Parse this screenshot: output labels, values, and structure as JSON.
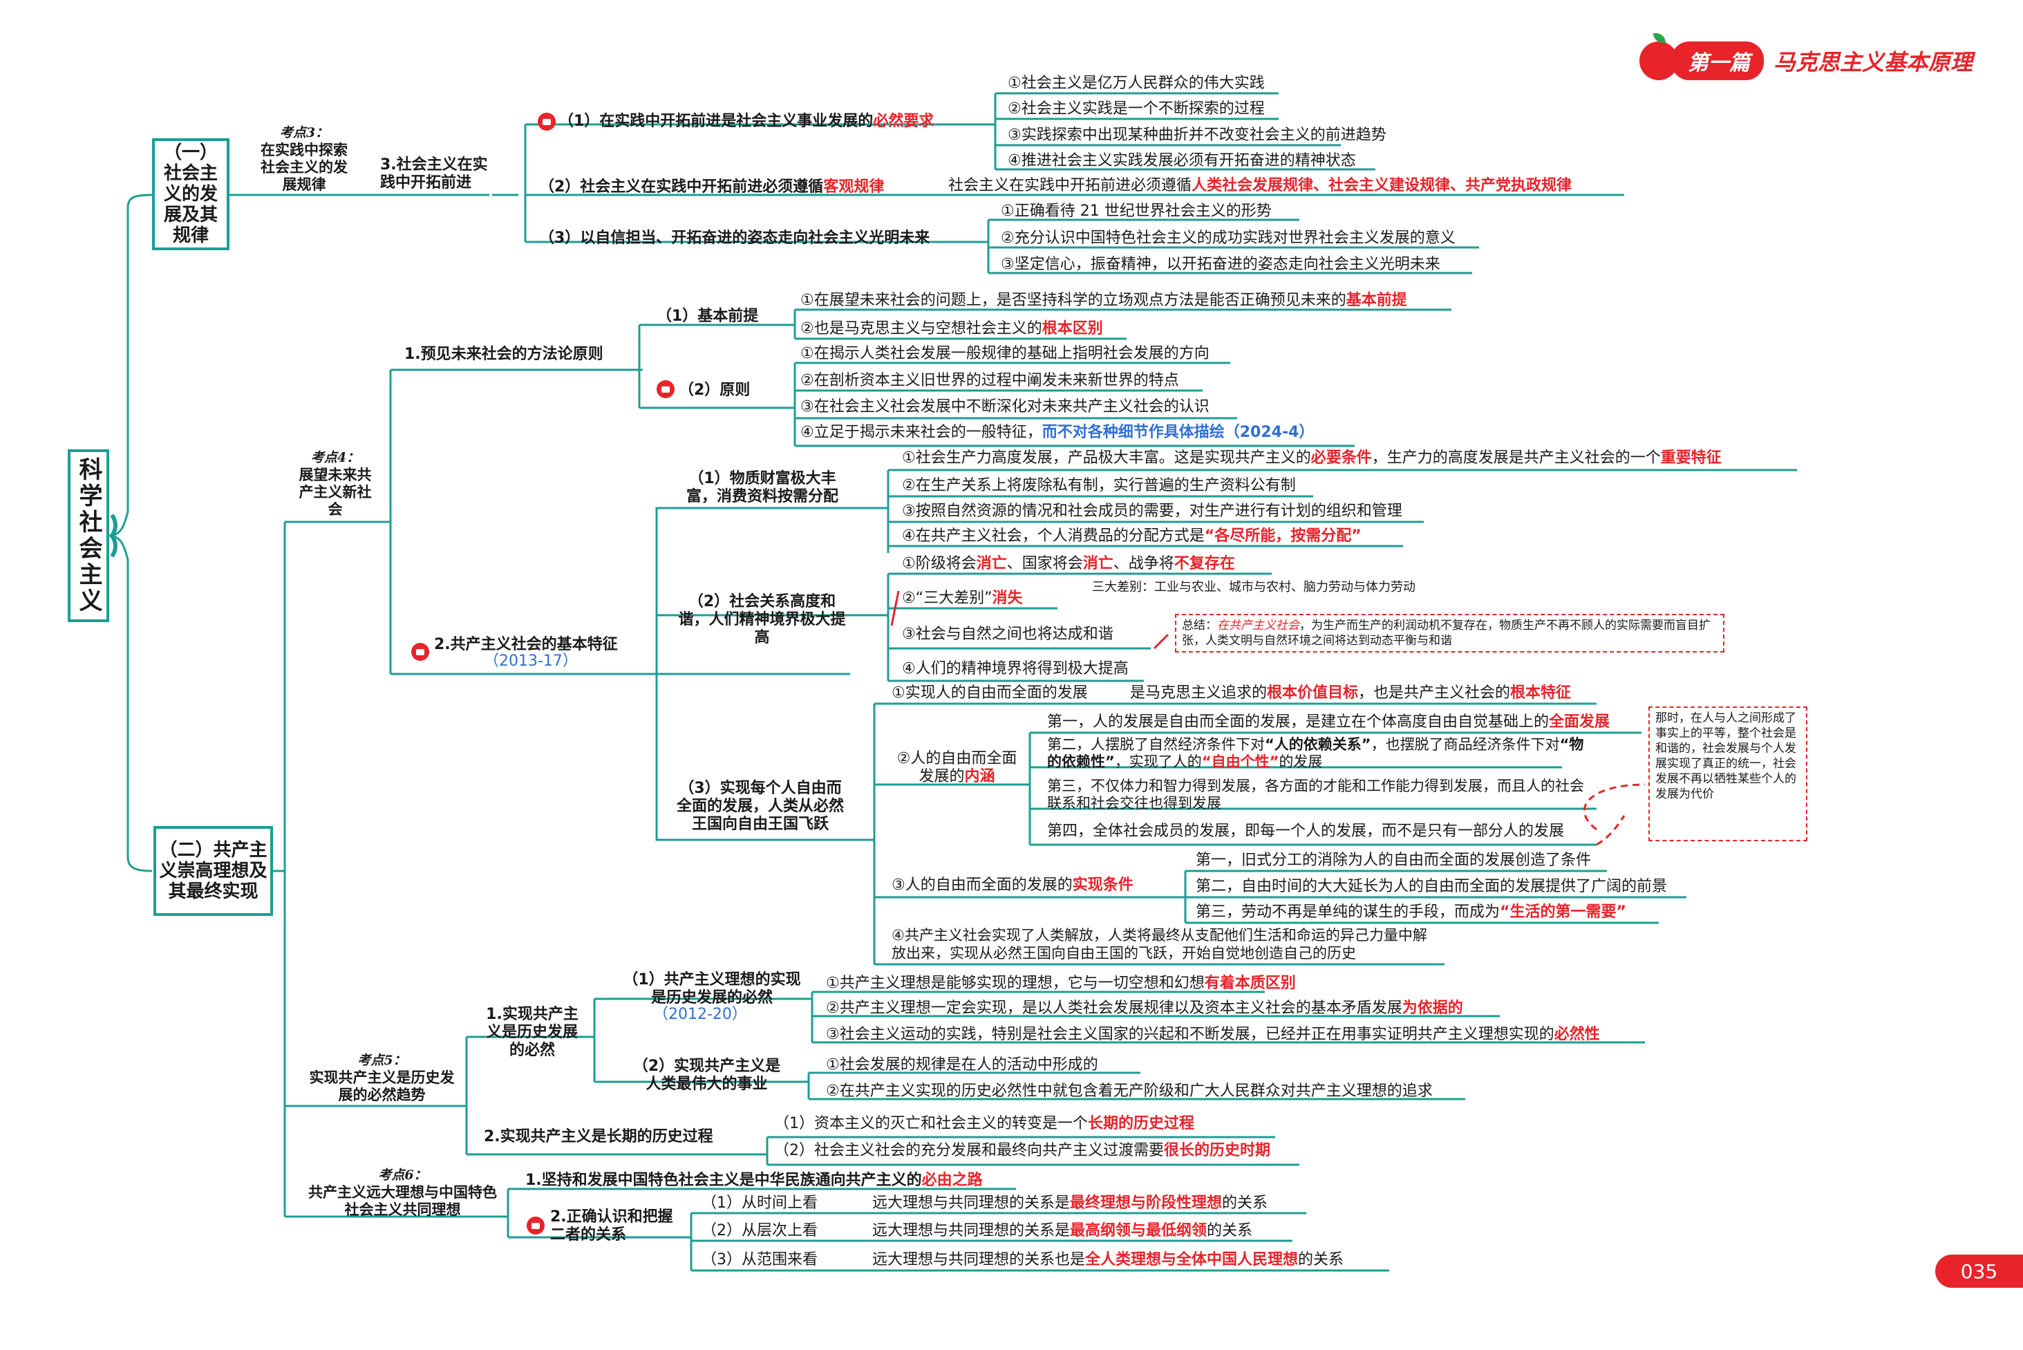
{
  "header": {
    "pill": "第一篇",
    "title": "马克思主义基本原理"
  },
  "page_number": "035",
  "root": "科学社会主义",
  "sec1": {
    "title": "（一）社会主义的发展及其规律",
    "kd_label": "考点3：",
    "kd_title": "在实践中探索社会主义的发展规律",
    "node": "3.社会主义在实践中开拓前进",
    "b1": {
      "pre": "（1）在实践中开拓前进是社会主义事业发展的",
      "red": "必然要求",
      "items": [
        "①社会主义是亿万人民群众的伟大实践",
        "②社会主义实践是一个不断探索的过程",
        "③实践探索中出现某种曲折并不改变社会主义的前进趋势",
        "④推进社会主义实践发展必须有开拓奋进的精神状态"
      ]
    },
    "b2": {
      "pre": "（2）社会主义在实践中开拓前进必须遵循",
      "red": "客观规律",
      "leaf_pre": "社会主义在实践中开拓前进必须遵循",
      "leaf_red": "人类社会发展规律、社会主义建设规律、共产党执政规律"
    },
    "b3": {
      "text": "（3）以自信担当、开拓奋进的姿态走向社会主义光明未来",
      "items": [
        "①正确看待 21 世纪世界社会主义的形势",
        "②充分认识中国特色社会主义的成功实践对世界社会主义发展的意义",
        "③坚定信心，振奋精神，以开拓奋进的姿态走向社会主义光明未来"
      ]
    }
  },
  "sec2": {
    "title": "（二）共产主义崇高理想及其最终实现",
    "kd4": {
      "label": "考点4：",
      "title": "展望未来共产主义新社会",
      "n1": "1.预见未来社会的方法论原则",
      "p1": {
        "label": "（1）基本前提",
        "i1_pre": "①在展望未来社会的问题上，是否坚持科学的立场观点方法是能否正确预见未来的",
        "i1_red": "基本前提",
        "i2_pre": "②也是马克思主义与空想社会主义的",
        "i2_red": "根本区别"
      },
      "p2": {
        "label": "（2）原则",
        "i1": "①在揭示人类社会发展一般规律的基础上指明社会发展的方向",
        "i2": "②在剖析资本主义旧世界的过程中阐发未来新世界的特点",
        "i3": "③在社会主义社会发展中不断深化对未来共产主义社会的认识",
        "i4_pre": "④立足于揭示未来社会的一般特征，",
        "i4_blue": "而不对各种细节作具体描绘（2024-4）"
      },
      "n2": "2.共产主义社会的基本特征",
      "n2_year": "（2013-17）",
      "f1": {
        "label": "（1）物质财富极大丰富，消费资料按需分配",
        "i1_a": "①社会生产力高度发展，产品极大丰富。这是实现共产主义的",
        "i1_r1": "必要条件",
        "i1_b": "，生产力的高度发展是共产主义社会的一个",
        "i1_r2": "重要特征",
        "i2": "②在生产关系上将废除私有制，实行普遍的生产资料公有制",
        "i3": "③按照自然资源的情况和社会成员的需要，对生产进行有计划的组织和管理",
        "i4_pre": "④在共产主义社会，个人消费品的分配方式是",
        "i4_red": "“各尽所能，按需分配”"
      },
      "f2": {
        "label": "（2）社会关系高度和谐，人们精神境界极大提高",
        "i1_a": "①阶级将会",
        "i1_r1": "消亡",
        "i1_b": "、国家将会",
        "i1_r2": "消亡",
        "i1_c": "、战争将",
        "i1_r3": "不复存在",
        "i2_pre": "②“三大差别”",
        "i2_red": "消失",
        "i2_note": "三大差别：工业与农业、城市与农村、脑力劳动与体力劳动",
        "i3": "③社会与自然之间也将达成和谐",
        "i3_note_a": "总结：",
        "i3_note_r": "在共产主义社会",
        "i3_note_b": "，为生产而生产的利润动机不复存在，物质生产不再不顾人的实际需要而盲目扩张，人类文明与自然环境之间将达到动态平衡与和谐",
        "i4": "④人们的精神境界将得到极大提高"
      },
      "f3": {
        "label": "（3）实现每个人自由而全面的发展，人类从必然王国向自由王国飞跃",
        "i1": "①实现人的自由而全面的发展",
        "i1_leaf_pre": "是马克思主义追求的",
        "i1_leaf_r1": "根本价值目标",
        "i1_leaf_b": "，也是共产主义社会的",
        "i1_leaf_r2": "根本特征",
        "i2_pre": "②人的自由而全面发展的",
        "i2_red": "内涵",
        "d1_pre": "第一，人的发展是自由而全面的发展，是建立在个体高度自由自觉基础上的",
        "d1_red": "全面发展",
        "d2_a": "第二，人摆脱了自然经济条件下对",
        "d2_bold1": "“人的依赖关系”",
        "d2_b": "，也摆脱了商品经济条件下对",
        "d2_bold2": "“物的依赖性”",
        "d2_c": "，实现了人的",
        "d2_red": "“自由个性”",
        "d2_d": "的发展",
        "d3": "第三，不仅体力和智力得到发展，各方面的才能和工作能力得到发展，而且人的社会联系和社会交往也得到发展",
        "d4": "第四，全体社会成员的发展，即每一个人的发展，而不是只有一部分人的发展",
        "d_note": "那时，在人与人之间形成了事实上的平等，整个社会是和谐的，社会发展与个人发展实现了真正的统一，社会发展不再以牺牲某些个人的发展为代价",
        "i3_pre": "③人的自由而全面的发展的",
        "i3_red": "实现条件",
        "c1": "第一，旧式分工的消除为人的自由而全面的发展创造了条件",
        "c2": "第二，自由时间的大大延长为人的自由而全面的发展提供了广阔的前景",
        "c3_pre": "第三，劳动不再是单纯的谋生的手段，而成为",
        "c3_red": "“生活的第一需要”",
        "i4": "④共产主义社会实现了人类解放，人类将最终从支配他们生活和命运的异己力量中解放出来，实现从必然王国向自由王国的飞跃，开始自觉地创造自己的历史"
      }
    },
    "kd5": {
      "label": "考点5：",
      "title": "实现共产主义是历史发展的必然趋势",
      "n1": "1.实现共产主义是历史发展的必然",
      "a1": {
        "label": "（1）共产主义理想的实现是历史发展的必然",
        "year": "（2012-20）",
        "i1_pre": "①共产主义理想是能够实现的理想，它与一切空想和幻想",
        "i1_red": "有着本质区别",
        "i2_pre": "②共产主义理想一定会实现，是以人类社会发展规律以及资本主义社会的基本矛盾发展",
        "i2_red": "为依据的",
        "i3_pre": "③社会主义运动的实践，特别是社会主义国家的兴起和不断发展，已经并正在用事实证明共产主义理想实现的",
        "i3_red": "必然性"
      },
      "a2": {
        "label": "（2）实现共产主义是人类最伟大的事业",
        "i1": "①社会发展的规律是在人的活动中形成的",
        "i2": "②在共产主义实现的历史必然性中就包含着无产阶级和广大人民群众对共产主义理想的追求"
      },
      "n2": "2.实现共产主义是长期的历史过程",
      "b1_pre": "（1）资本主义的灭亡和社会主义的转变是一个",
      "b1_red": "长期的历史过程",
      "b2_pre": "（2）社会主义社会的充分发展和最终向共产主义过渡需要",
      "b2_red": "很长的历史时期"
    },
    "kd6": {
      "label": "考点6：",
      "title": "共产主义远大理想与中国特色社会主义共同理想",
      "n1_pre": "1.坚持和发展中国特色社会主义是中华民族通向共产主义的",
      "n1_red": "必由之路",
      "n2": "2.正确认识和把握二者的关系",
      "r1": "（1）从时间上看",
      "r1_pre": "远大理想与共同理想的关系是",
      "r1_red": "最终理想与阶段性理想",
      "r1_post": "的关系",
      "r2": "（2）从层次上看",
      "r2_pre": "远大理想与共同理想的关系是",
      "r2_red": "最高纲领与最低纲领",
      "r2_post": "的关系",
      "r3": "（3）从范围来看",
      "r3_pre": "远大理想与共同理想的关系也是",
      "r3_red": "全人类理想与全体中国人民理想",
      "r3_post": "的关系"
    }
  },
  "colors": {
    "line": "#1c9e93",
    "accent": "#e8232a",
    "highlight": "#2f6fd6"
  }
}
